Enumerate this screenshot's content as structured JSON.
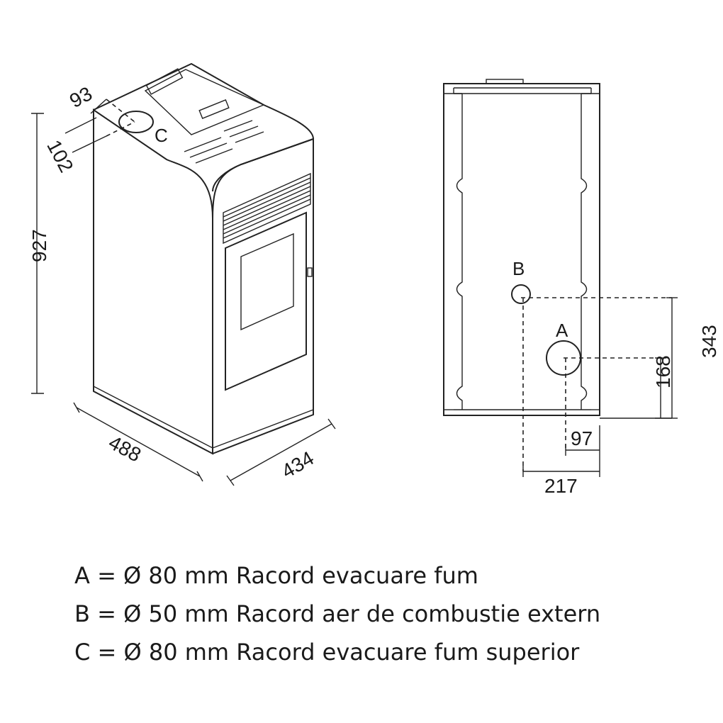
{
  "left_view": {
    "dim_height": "927",
    "dim_width": "488",
    "dim_depth": "434",
    "dim_c_offset_x": "93",
    "dim_c_offset_y": "102",
    "label_c": "C"
  },
  "right_view": {
    "label_a": "A",
    "label_b": "B",
    "dim_a_height": "168",
    "dim_b_height": "343",
    "dim_a_offset": "97",
    "dim_b_offset": "217"
  },
  "legend": [
    "A = Ø 80 mm Racord evacuare fum",
    "B = Ø 50 mm Racord aer de combustie extern",
    "C = Ø 80 mm Racord evacuare fum superior"
  ]
}
